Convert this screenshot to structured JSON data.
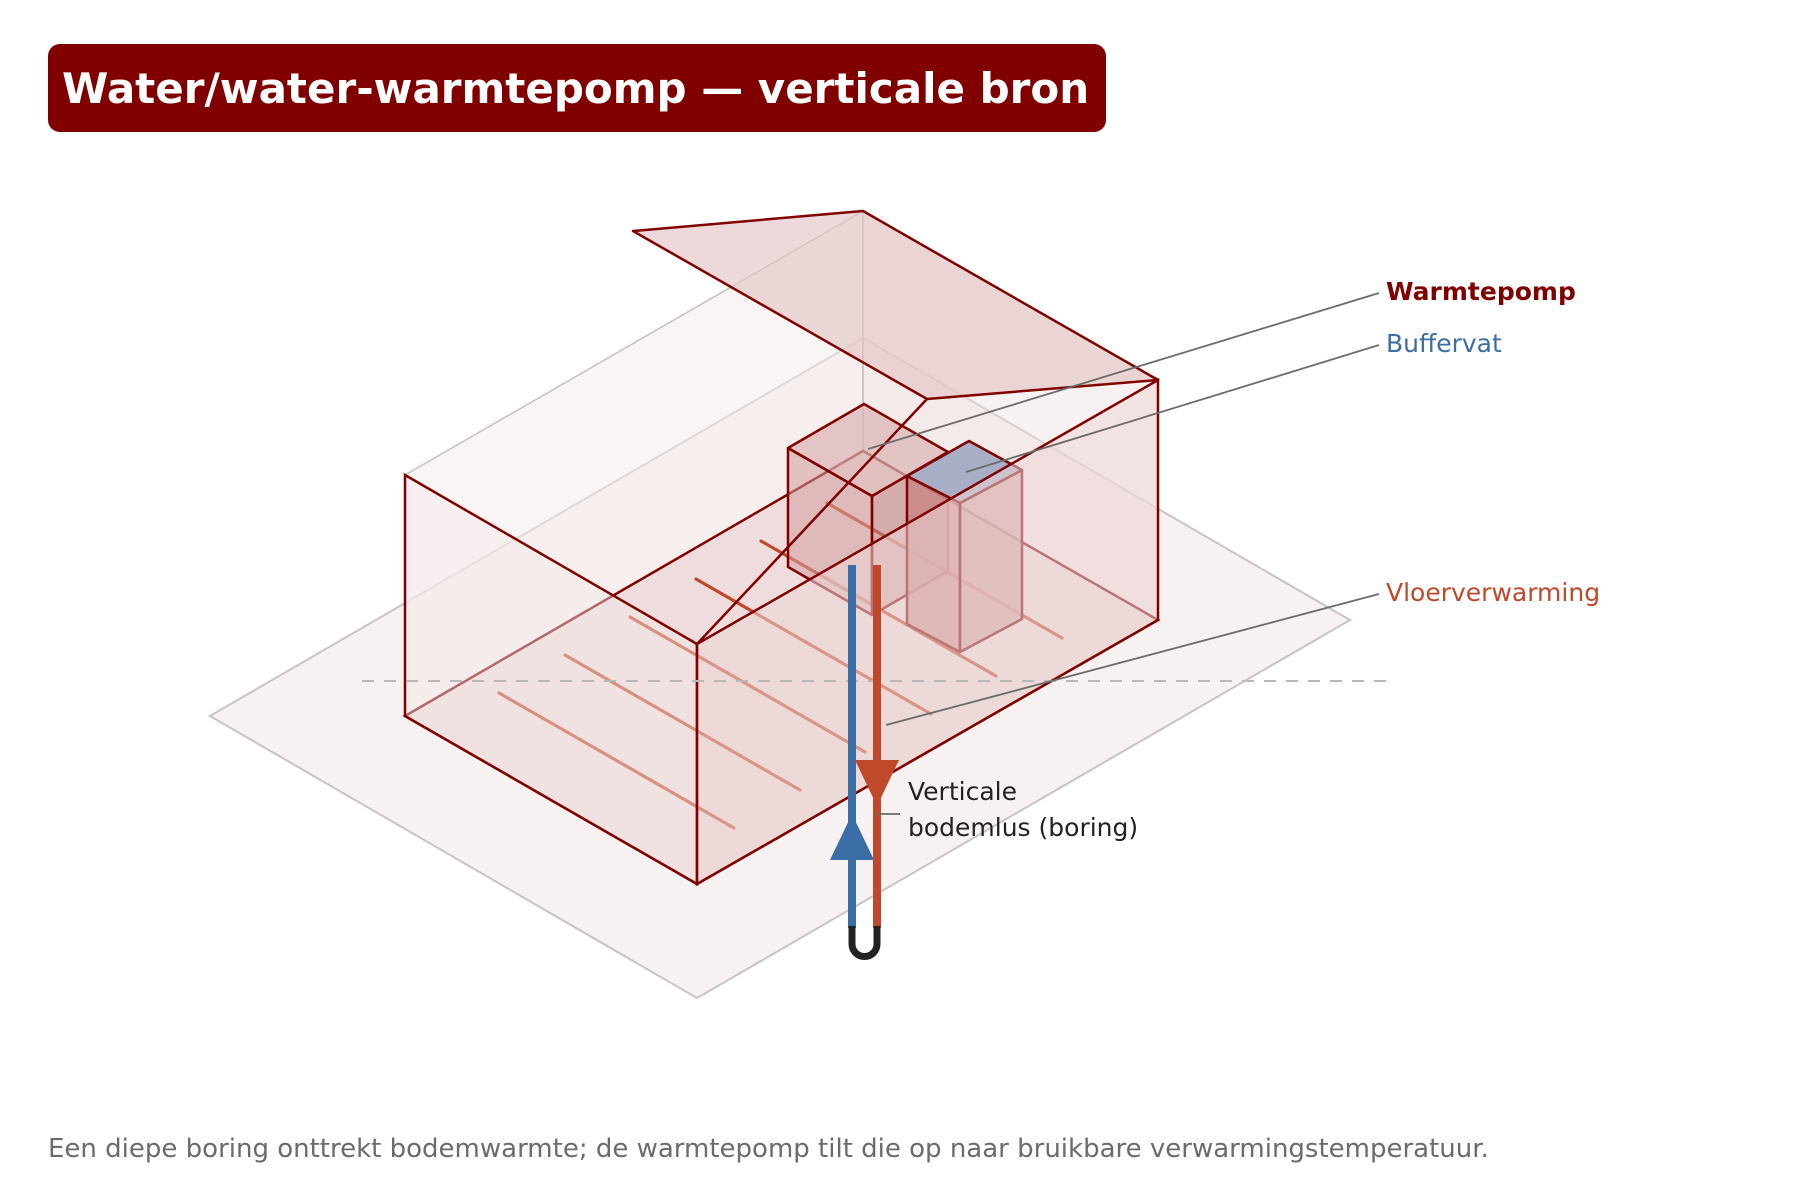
{
  "title": "Water/water-warmtepomp — verticale bron",
  "labels": {
    "warmtepomp": "Warmtepomp",
    "buffervat": "Buffervat",
    "vloerverwarming": "Vloerverwarming",
    "bodemlus_line1": "Verticale",
    "bodemlus_line2": "bodemlus (boring)"
  },
  "caption": "Een diepe boring onttrekt bodemwarmte; de warmtepomp tilt die op naar bruikbare verwarmingstemperatuur.",
  "colors": {
    "title_background": "#800000",
    "title_text": "#ffffff",
    "warmtepomp": "#800000",
    "buffervat": "#3a6ea5",
    "vloerverwarming": "#c0492b",
    "cold_pipe": "#3a6ea5",
    "hot_pipe": "#c0492b",
    "loop_bottom": "#222222",
    "caption": "#6b6b6b"
  }
}
